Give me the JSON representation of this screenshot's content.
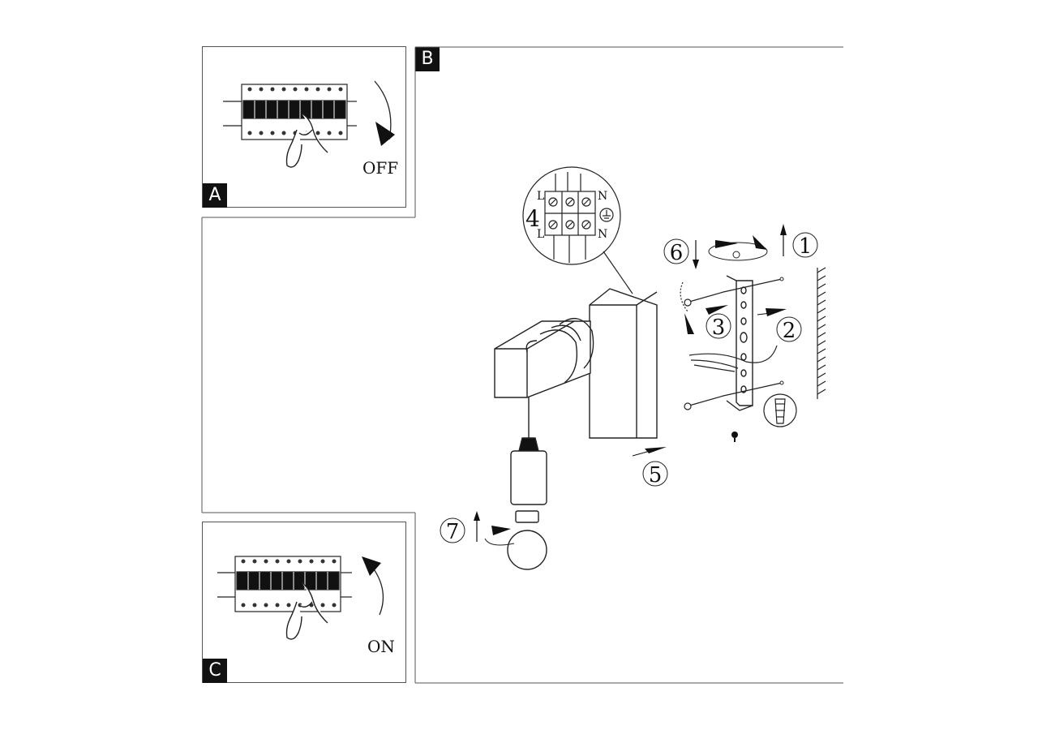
{
  "panels": {
    "a": {
      "tag": "A",
      "switch_label": "OFF"
    },
    "b": {
      "tag": "B"
    },
    "c": {
      "tag": "C",
      "switch_label": "ON"
    }
  },
  "steps": [
    "1",
    "2",
    "3",
    "4",
    "5",
    "6",
    "7"
  ],
  "terminal_labels": {
    "left_top": "L",
    "left_bottom": "L",
    "right_top": "N",
    "right_bottom": "N"
  },
  "colors": {
    "line": "#222222",
    "fill": "#111111"
  }
}
